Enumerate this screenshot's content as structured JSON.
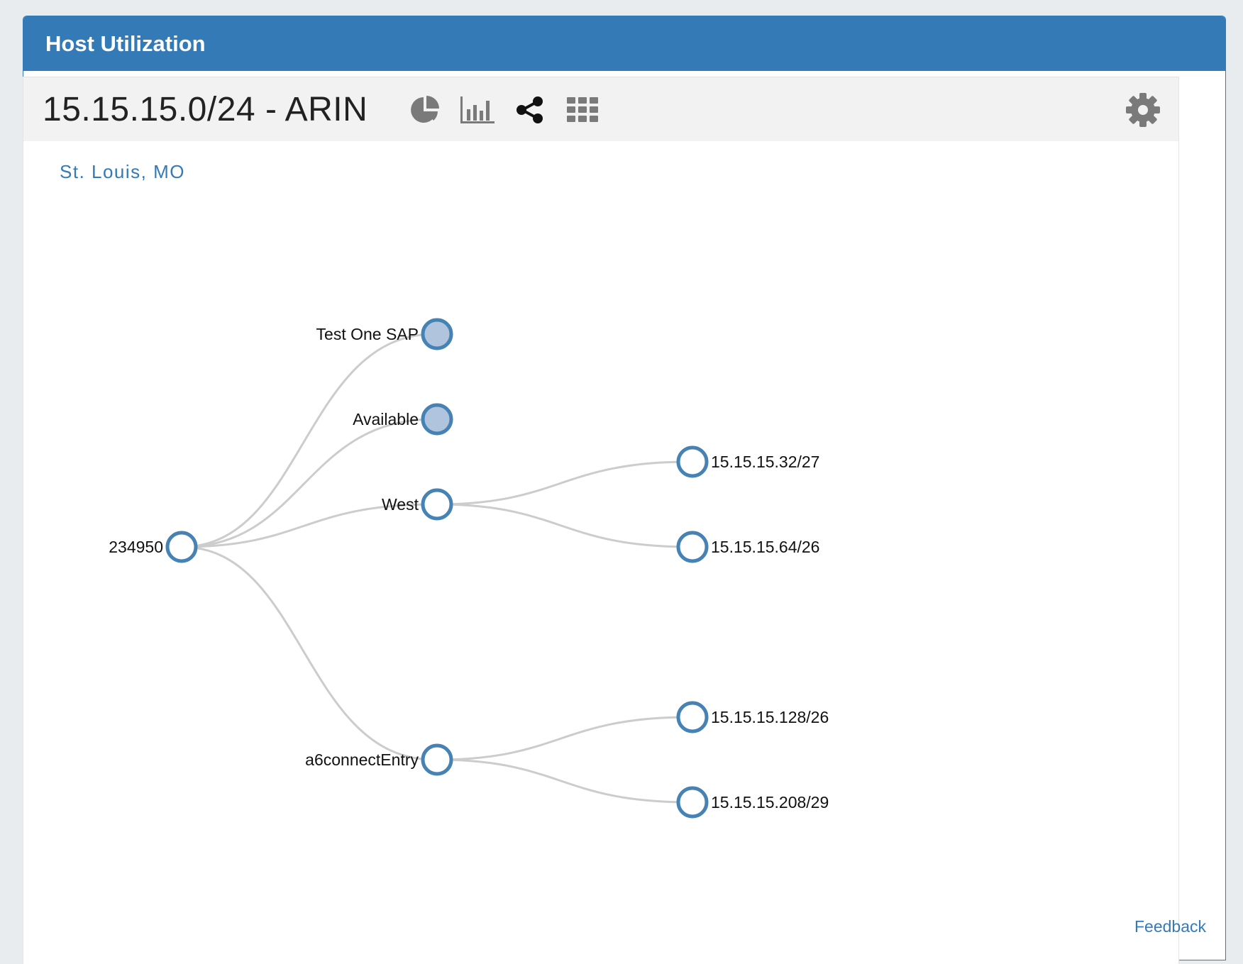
{
  "panel": {
    "title": "Host Utilization"
  },
  "subnet": {
    "title": "15.15.15.0/24 - ARIN",
    "location": "St. Louis, MO"
  },
  "toolbar": {
    "icons": [
      "pie-chart-icon",
      "bar-chart-icon",
      "share-tree-icon",
      "grid-icon"
    ],
    "active_view": "share-tree-icon",
    "settings_icon": "gear-icon"
  },
  "tree": {
    "root": "234950",
    "children": [
      {
        "label": "Test One SAP",
        "filled": true
      },
      {
        "label": "Available",
        "filled": true
      },
      {
        "label": "West",
        "filled": false,
        "children": [
          "15.15.15.32/27",
          "15.15.15.64/26"
        ]
      },
      {
        "label": "a6connectEntry",
        "filled": false,
        "children": [
          "15.15.15.128/26",
          "15.15.15.208/29"
        ]
      }
    ]
  },
  "colors": {
    "header": "#337ab7",
    "node_stroke": "#4682b4",
    "node_fill_collapsed": "#b0c4de",
    "link": "#cccccc"
  },
  "footer": {
    "feedback": "Feedback"
  }
}
